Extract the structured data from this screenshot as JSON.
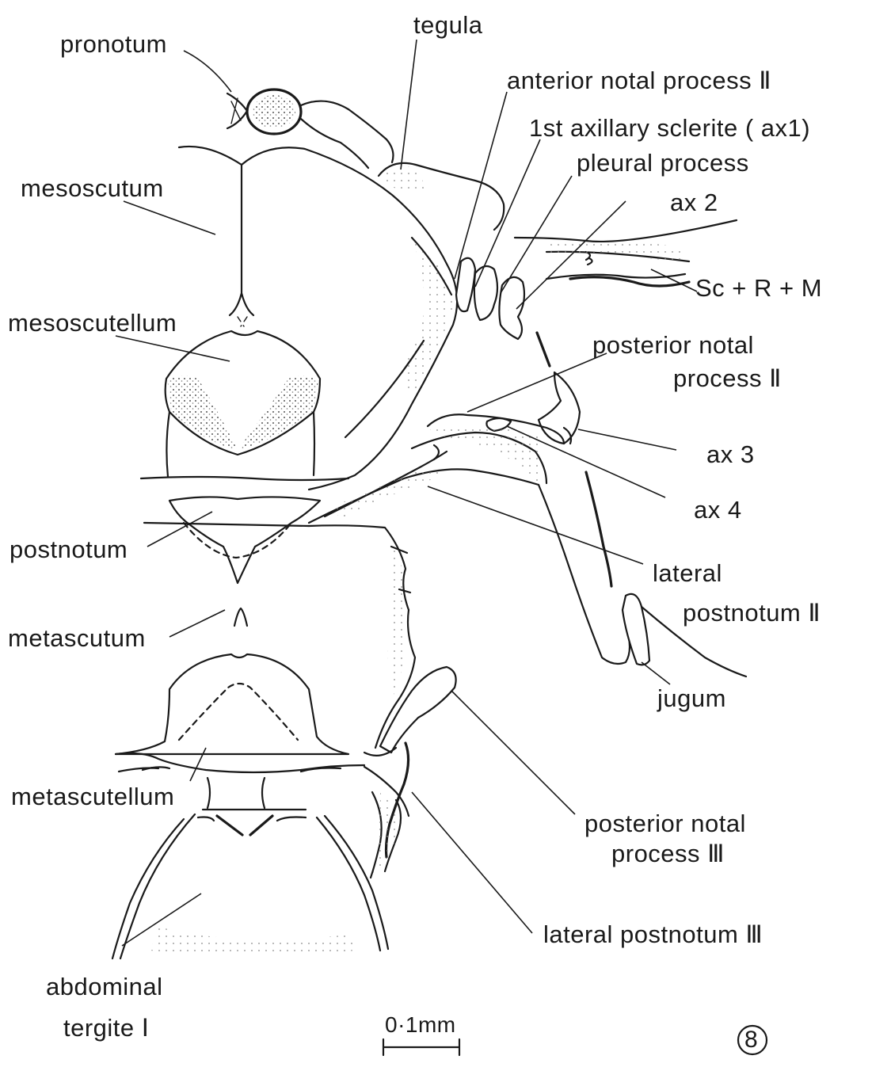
{
  "labels": {
    "pronotum": "pronotum",
    "tegula": "tegula",
    "anterior_notal_process": "anterior notal process Ⅱ",
    "first_axillary": "1st axillary sclerite ( ax1)",
    "pleural_process": "pleural process",
    "mesoscutum": "mesoscutum",
    "ax2": "ax 2",
    "sc_r_m": "Sc + R + M",
    "mesoscutellum": "mesoscutellum",
    "posterior_notal_process_2_line1": "posterior notal",
    "posterior_notal_process_2_line2": "process Ⅱ",
    "ax3": "ax 3",
    "ax4": "ax 4",
    "postnotum": "postnotum",
    "lateral_postnotum_2_line1": "lateral",
    "lateral_postnotum_2_line2": "postnotum Ⅱ",
    "metascutum": "metascutum",
    "jugum": "jugum",
    "metascutellum": "metascutellum",
    "posterior_notal_process_3_line1": "posterior notal",
    "posterior_notal_process_3_line2": "process Ⅲ",
    "lateral_postnotum_3": "lateral postnotum Ⅲ",
    "abdominal_tergite_line1": "abdominal",
    "abdominal_tergite_line2": "tergite Ⅰ",
    "scale_bar": "0·1mm",
    "figure_number": "8"
  }
}
